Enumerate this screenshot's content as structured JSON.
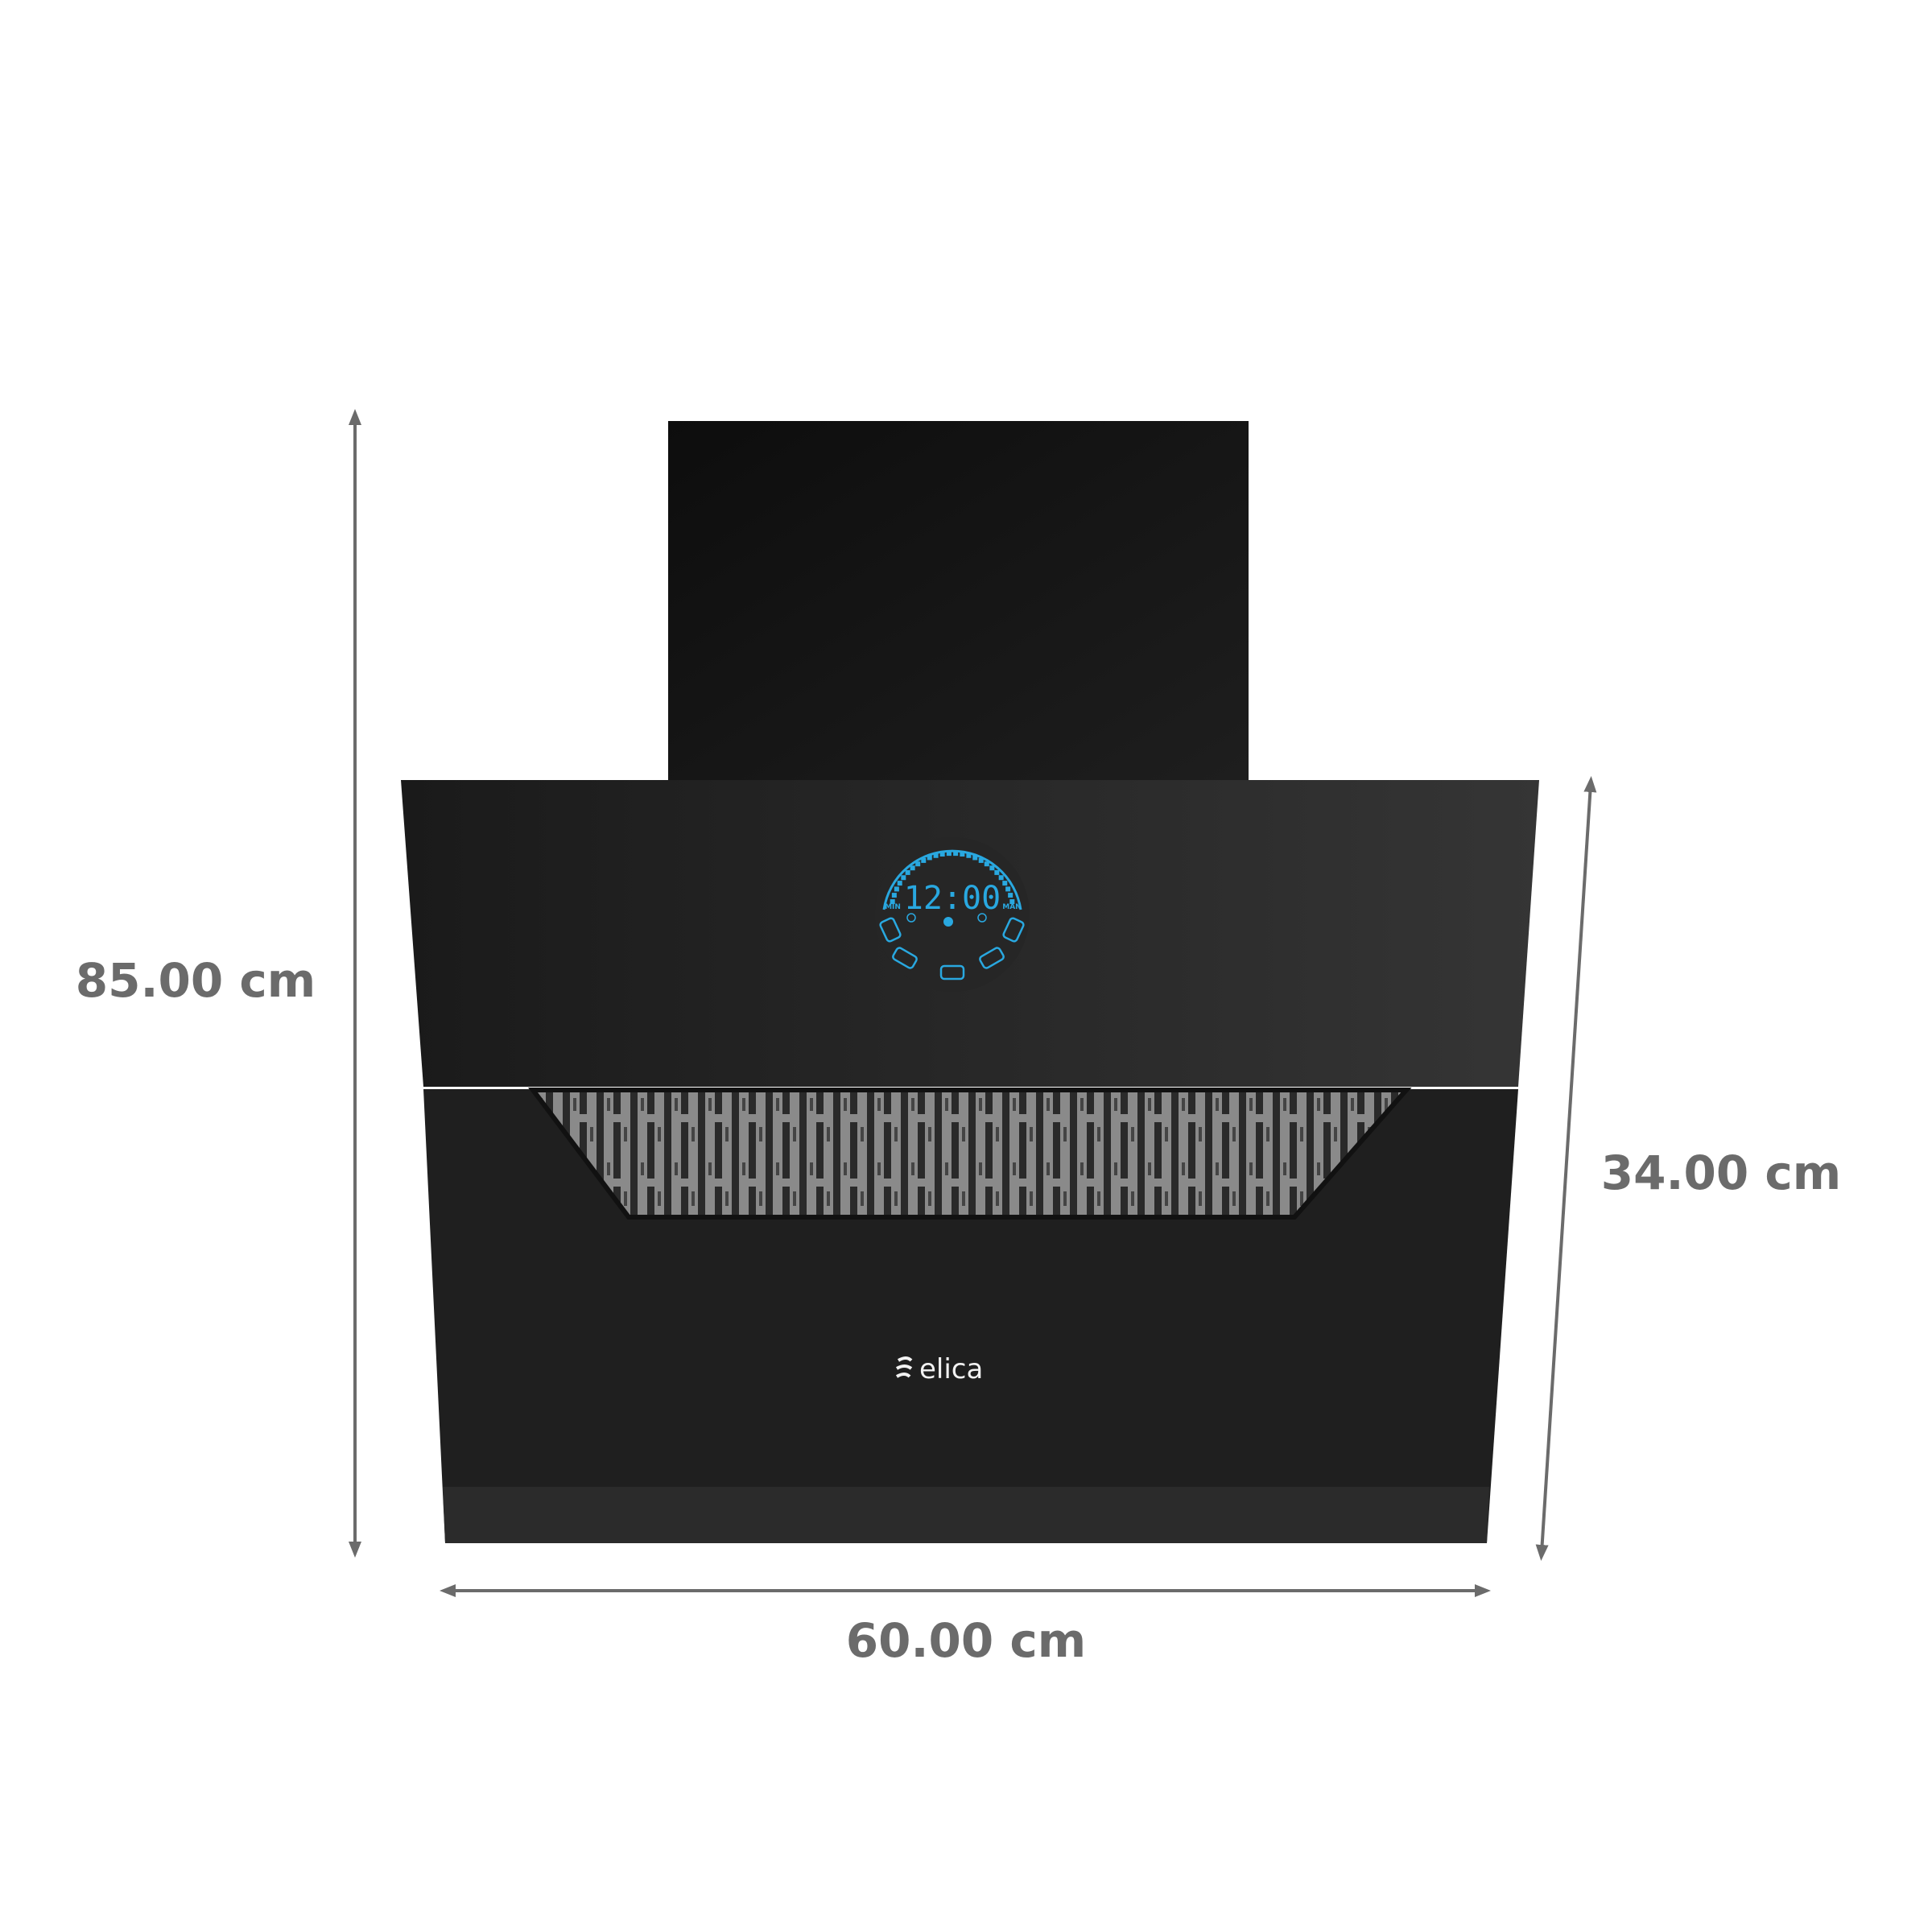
{
  "product": {
    "brand": "elica",
    "display_time": "12:00",
    "speed_min_label": "MIN",
    "speed_max_label": "MAN",
    "speed_level": 1.0,
    "accent_color": "#29a8e0",
    "body_color": "#202020"
  },
  "dimensions": {
    "height": "85.00 cm",
    "width": "60.00 cm",
    "depth": "34.00 cm",
    "line_color": "#6b6b6b"
  },
  "controls": {
    "icons": [
      "fan-icon",
      "light-icon",
      "timer-icon",
      "auto-clean-icon",
      "down-icon",
      "power-icon",
      "up-icon",
      "boost-icon"
    ]
  }
}
